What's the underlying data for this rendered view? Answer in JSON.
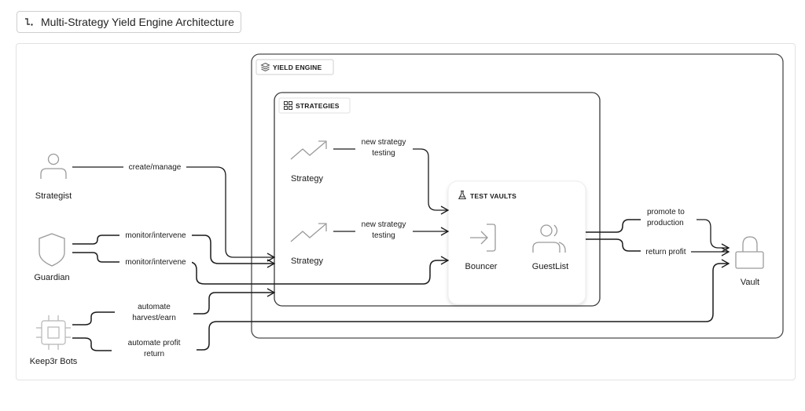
{
  "title": {
    "icon": "workflow-icon",
    "text": "Multi-Strategy Yield Engine Architecture"
  },
  "groups": {
    "yield_engine": {
      "label": "YIELD ENGINE",
      "icon": "layers-icon"
    },
    "strategies": {
      "label": "STRATEGIES",
      "icon": "grid-icon"
    },
    "test_vaults": {
      "label": "TEST VAULTS",
      "icon": "flask-icon"
    }
  },
  "nodes": {
    "strategist": {
      "label": "Strategist",
      "icon": "user-icon"
    },
    "guardian": {
      "label": "Guardian",
      "icon": "shield-icon"
    },
    "keep3r": {
      "label": "Keep3r Bots",
      "icon": "cpu-icon"
    },
    "strategy_1": {
      "label": "Strategy",
      "icon": "trending-up-icon"
    },
    "strategy_2": {
      "label": "Strategy",
      "icon": "trending-up-icon"
    },
    "bouncer": {
      "label": "Bouncer",
      "icon": "log-in-icon"
    },
    "guestlist": {
      "label": "GuestList",
      "icon": "users-icon"
    },
    "vault": {
      "label": "Vault",
      "icon": "lock-icon"
    }
  },
  "edges": {
    "strategist_create": {
      "label": "create/manage"
    },
    "guardian_monitor_1": {
      "label": "monitor/intervene"
    },
    "guardian_monitor_2": {
      "label": "monitor/intervene"
    },
    "keep3r_harvest": {
      "line1": "automate",
      "line2": "harvest/earn"
    },
    "keep3r_profit": {
      "line1": "automate profit",
      "line2": "return"
    },
    "strategy1_testing": {
      "line1": "new strategy",
      "line2": "testing"
    },
    "strategy2_testing": {
      "line1": "new strategy",
      "line2": "testing"
    },
    "promote": {
      "line1": "promote to",
      "line2": "production"
    },
    "return_profit": {
      "label": "return profit"
    }
  },
  "colors": {
    "line": "#1a1a1a",
    "icon": "#9a9a9a",
    "group_border": "#4a4a4a",
    "canvas_border": "#e2e2e2"
  }
}
